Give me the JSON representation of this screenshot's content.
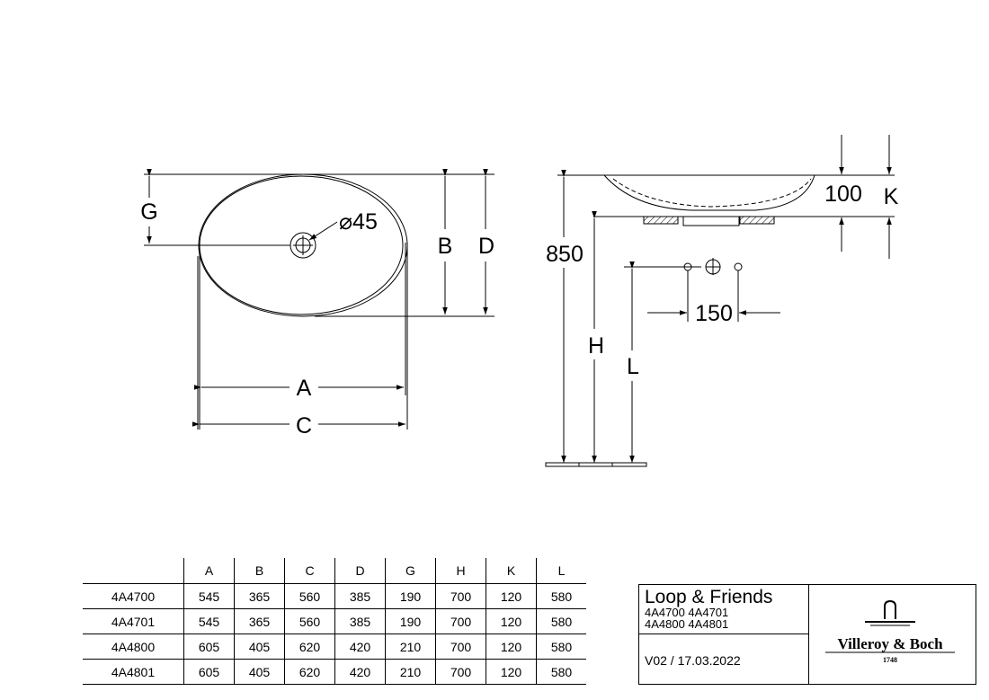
{
  "plan_view": {
    "label_A": "A",
    "label_B": "B",
    "label_C": "C",
    "label_D": "D",
    "label_G": "G",
    "drain_diameter": "⌀45"
  },
  "side_view": {
    "dim_850": "850",
    "dim_100": "100",
    "label_K": "K",
    "label_H": "H",
    "label_L": "L",
    "dim_150": "150"
  },
  "dimension_table": {
    "columns": [
      "",
      "A",
      "B",
      "C",
      "D",
      "G",
      "H",
      "K",
      "L"
    ],
    "rows": [
      [
        "4A4700",
        "545",
        "365",
        "560",
        "385",
        "190",
        "700",
        "120",
        "580"
      ],
      [
        "4A4701",
        "545",
        "365",
        "560",
        "385",
        "190",
        "700",
        "120",
        "580"
      ],
      [
        "4A4800",
        "605",
        "405",
        "620",
        "420",
        "210",
        "700",
        "120",
        "580"
      ],
      [
        "4A4801",
        "605",
        "405",
        "620",
        "420",
        "210",
        "700",
        "120",
        "580"
      ]
    ]
  },
  "title_block": {
    "product_name": "Loop & Friends",
    "codes_line1": "4A4700 4A4701",
    "codes_line2": "4A4800 4A4801",
    "version": "V02 / 17.03.2022",
    "brand": "Villeroy & Boch",
    "brand_year": "1748"
  }
}
